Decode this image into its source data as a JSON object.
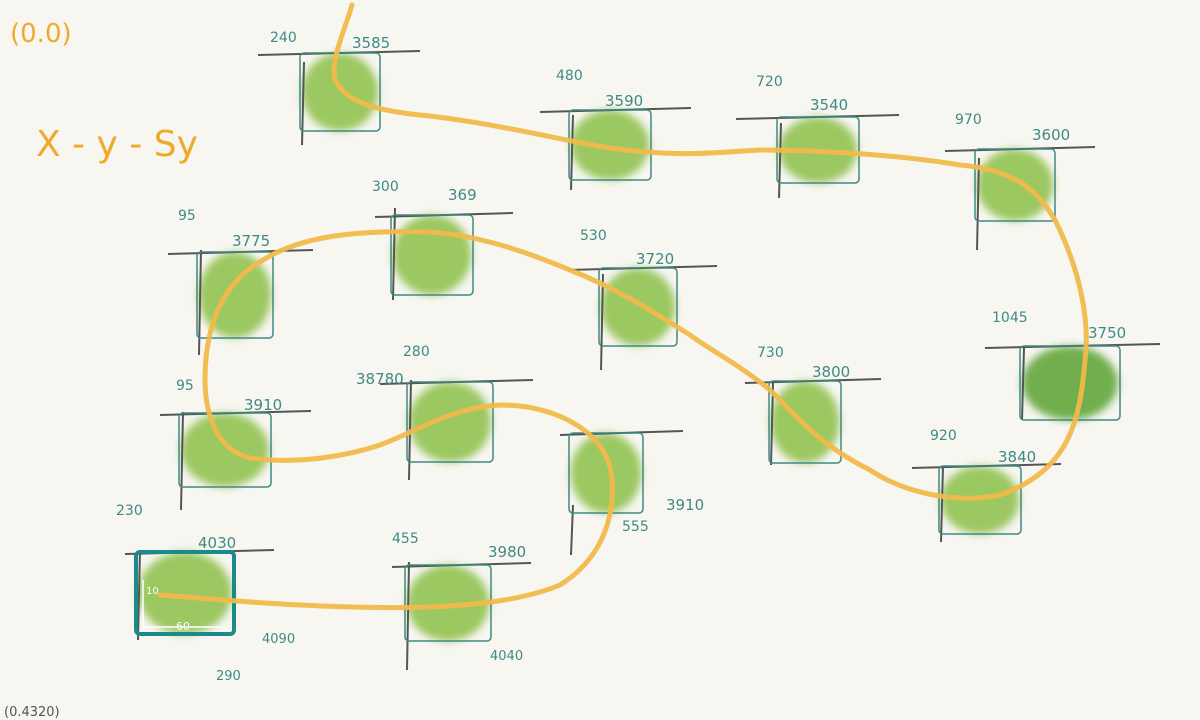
{
  "origin_top_label": "(0.0)",
  "origin_bottom_label": "(0.4320)",
  "legend_text": "X - y - Sy",
  "colors": {
    "background": "#f7f6f1",
    "path": "#f1b94a",
    "box": "#3f8a84",
    "label": "#3f8a84",
    "cross": "#555555",
    "blob": "#8cc04a",
    "blob_dark": "#5aa332",
    "highlight": "#1c8a8a",
    "orange_text": "#f0a92a"
  },
  "nodes": [
    {
      "id": "n1",
      "x_label": "240",
      "y_label": "3585"
    },
    {
      "id": "n2",
      "x_label": "480",
      "y_label": "3590"
    },
    {
      "id": "n3",
      "x_label": "720",
      "y_label": "3540"
    },
    {
      "id": "n4",
      "x_label": "970",
      "y_label": "3600"
    },
    {
      "id": "n5",
      "x_label": "95",
      "y_label": "3775"
    },
    {
      "id": "n6",
      "x_label": "300",
      "y_label": "369"
    },
    {
      "id": "n7",
      "x_label": "530",
      "y_label": "3720"
    },
    {
      "id": "n8",
      "x_label": "1045",
      "y_label": "3750"
    },
    {
      "id": "n9",
      "x_label": "730",
      "y_label": "3800"
    },
    {
      "id": "n10",
      "x_label": "95",
      "y_label": "3910"
    },
    {
      "id": "n11",
      "x_label": "280",
      "y_label": "38780"
    },
    {
      "id": "n12",
      "x_label": "555",
      "y_label": "3910"
    },
    {
      "id": "n13",
      "x_label": "920",
      "y_label": "3840"
    },
    {
      "id": "n14",
      "x_label": "230",
      "y_label": "4030",
      "x2_label": "290",
      "y2_label": "4090",
      "inner_w": "60",
      "inner_h": "10"
    },
    {
      "id": "n15",
      "x_label": "455",
      "y_label": "3980",
      "y2_label": "4040"
    }
  ]
}
